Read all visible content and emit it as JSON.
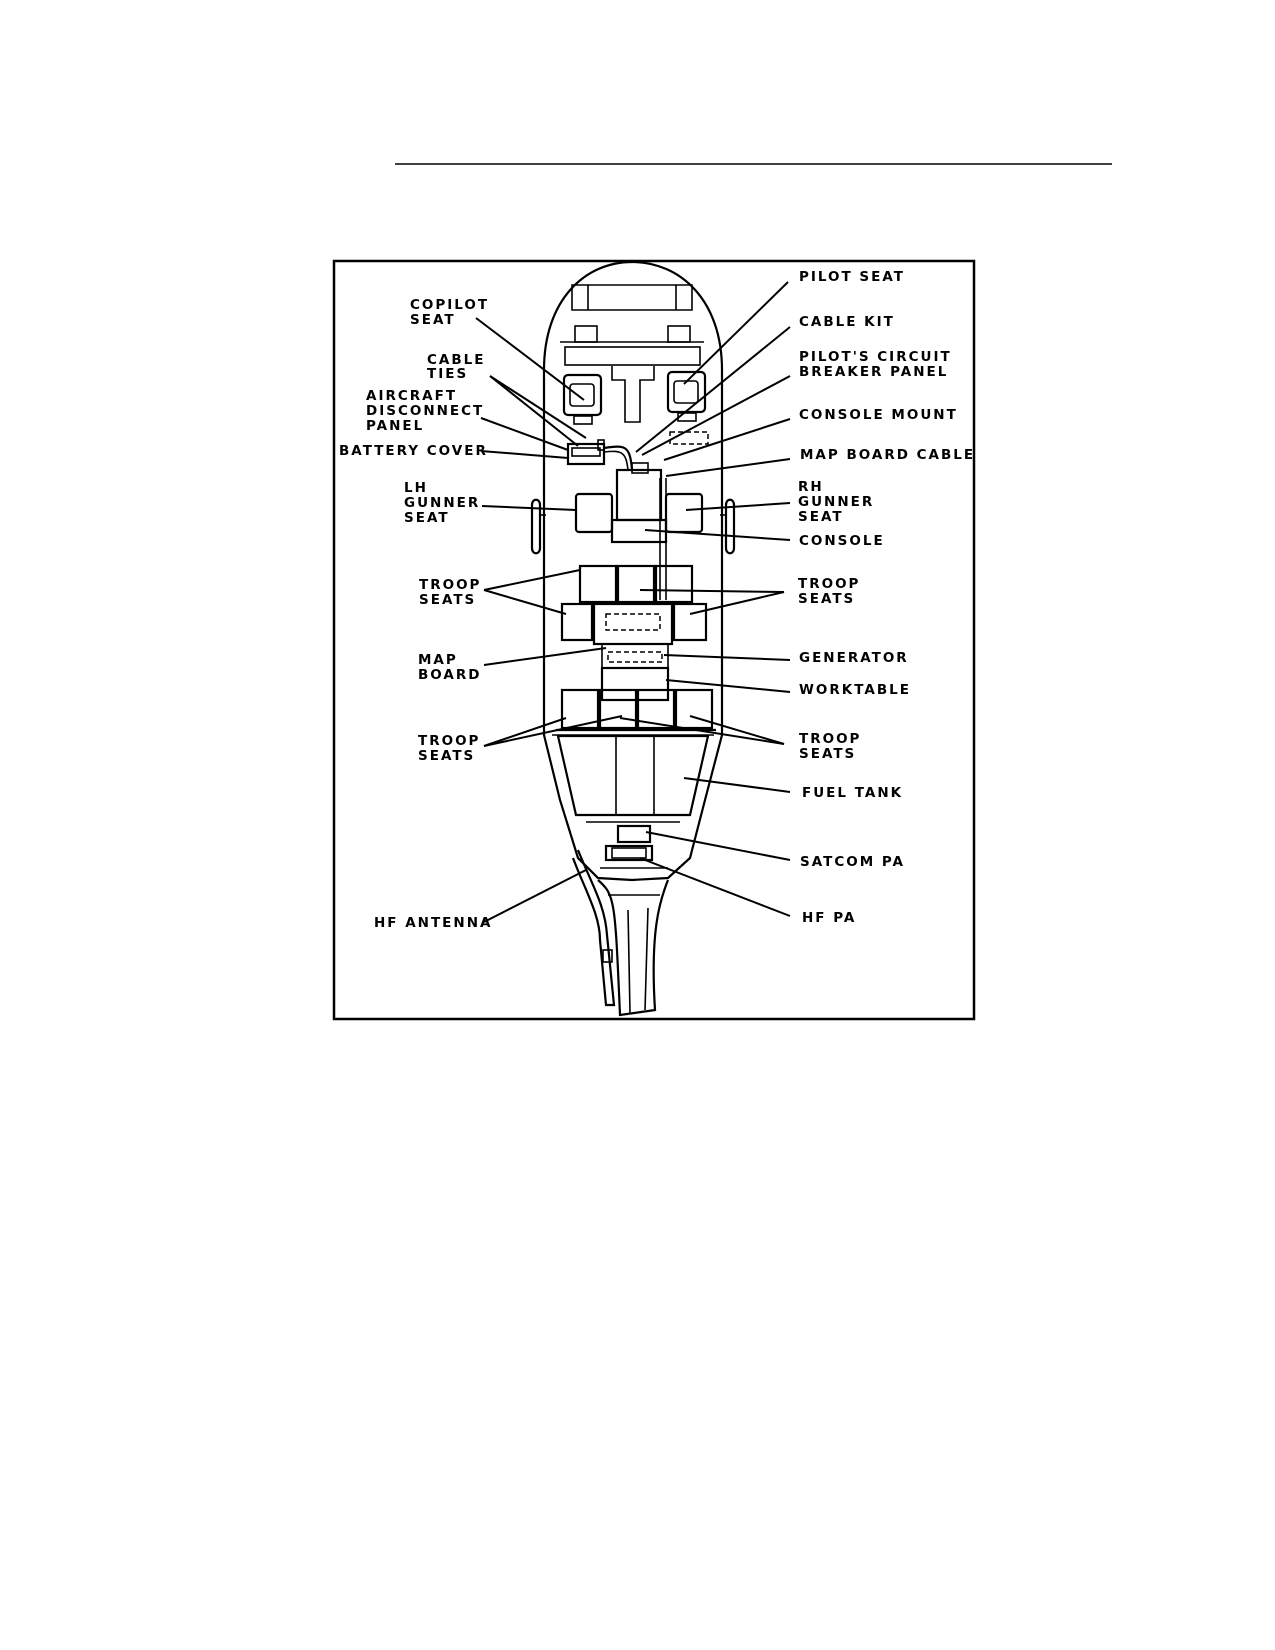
{
  "labels": {
    "copilot_seat": [
      "COPILOT",
      "SEAT"
    ],
    "cable_ties": [
      "CABLE",
      "TIES"
    ],
    "aircraft_disconnect_panel": [
      "AIRCRAFT",
      "DISCONNECT",
      "PANEL"
    ],
    "battery_cover": [
      "BATTERY COVER"
    ],
    "lh_gunner_seat": [
      "LH",
      "GUNNER",
      "SEAT"
    ],
    "troop_seats_fwd_left": [
      "TROOP",
      "SEATS"
    ],
    "map_board": [
      "MAP",
      "BOARD"
    ],
    "troop_seats_aft_left": [
      "TROOP",
      "SEATS"
    ],
    "hf_antenna": [
      "HF ANTENNA"
    ],
    "pilot_seat": [
      "PILOT SEAT"
    ],
    "cable_kit": [
      "CABLE KIT"
    ],
    "pilots_circuit_breaker_panel": [
      "PILOT'S CIRCUIT",
      "BREAKER PANEL"
    ],
    "console_mount": [
      "CONSOLE MOUNT"
    ],
    "map_board_cable": [
      "MAP BOARD CABLE"
    ],
    "rh_gunner_seat": [
      "RH",
      "GUNNER",
      "SEAT"
    ],
    "console": [
      "CONSOLE"
    ],
    "troop_seats_fwd_right": [
      "TROOP",
      "SEATS"
    ],
    "generator": [
      "GENERATOR"
    ],
    "worktable": [
      "WORKTABLE"
    ],
    "troop_seats_aft_right": [
      "TROOP",
      "SEATS"
    ],
    "fuel_tank": [
      "FUEL TANK"
    ],
    "satcom_pa": [
      "SATCOM PA"
    ],
    "hf_pa": [
      "HF PA"
    ]
  }
}
